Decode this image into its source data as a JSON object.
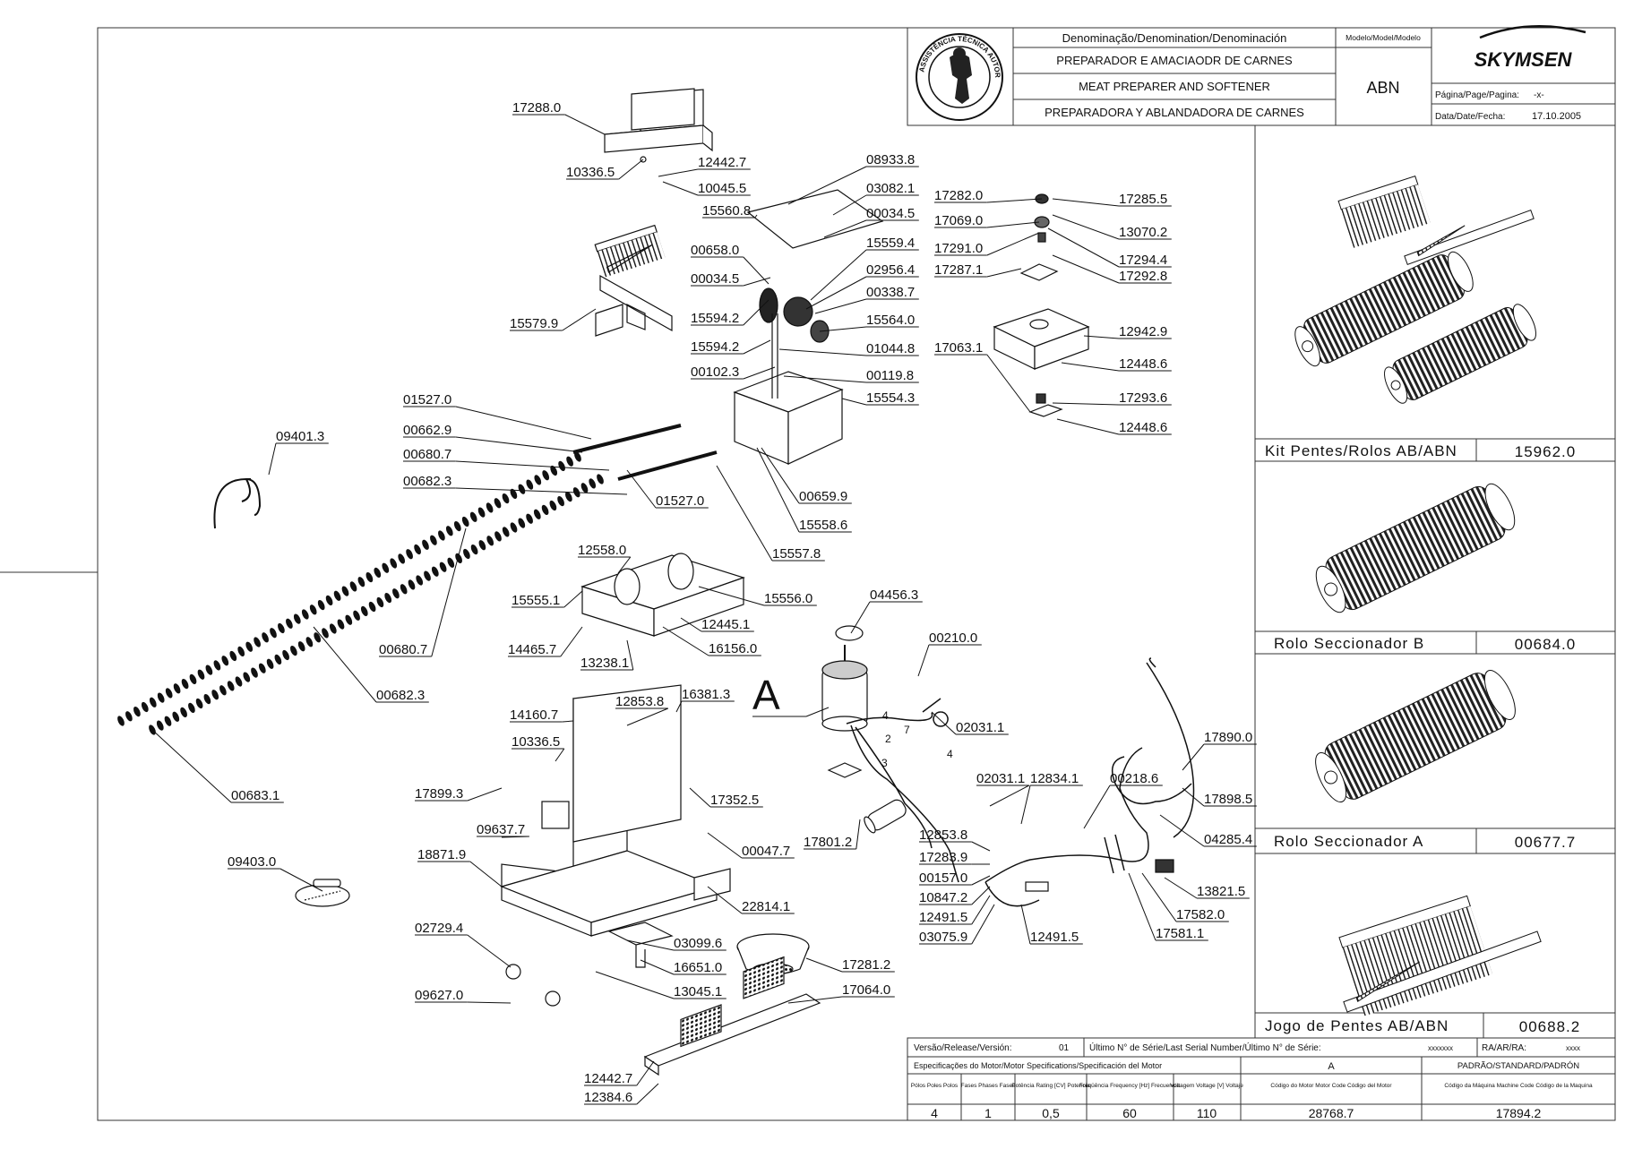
{
  "title_block": {
    "denomination_header": "Denominação/Denomination/Denominación",
    "name_pt": "PREPARADOR E AMACIAODR DE CARNES",
    "name_en": "MEAT PREPARER AND SOFTENER",
    "name_es": "PREPARADORA Y ABLANDADORA DE CARNES",
    "model_header": "Modelo/Model/Modelo",
    "model": "ABN",
    "brand": "SKYMSEN",
    "page_label": "Página/Page/Pagina:",
    "page_value": "-x-",
    "date_label": "Data/Date/Fecha:",
    "date_value": "17.10.2005",
    "seal_text": "ASSISTÊNCIA TÉCNICA AUTORIZADA"
  },
  "kits": [
    {
      "name": "Kit Pentes/Rolos AB/ABN",
      "code": "15962.0"
    },
    {
      "name": "Rolo Seccionador B",
      "code": "00684.0"
    },
    {
      "name": "Rolo Seccionador A",
      "code": "00677.7"
    },
    {
      "name": "Jogo de Pentes AB/ABN",
      "code": "00688.2"
    }
  ],
  "bottom_block": {
    "version_label": "Versão/Release/Versión:",
    "version_value": "01",
    "serial_label": "Último N° de Série/Last Serial Number/Último N° de Série:",
    "serial_value": "xxxxxxx",
    "ra_label": "RA/AR/RA:",
    "ra_value": "xxxx",
    "motor_spec_label": "Especificações do Motor/Motor Specifications/Specificación del Motor",
    "motor_variant": "A",
    "standard_label": "PADRÃO/STANDARD/PADRÓN",
    "columns": [
      {
        "header": "Pólos Poles Polos",
        "value": "4"
      },
      {
        "header": "Fases Phases Fases",
        "value": "1"
      },
      {
        "header": "Potência Rating [CV] Potencia",
        "value": "0,5"
      },
      {
        "header": "Freqüência Frequency [Hz] Frecuencia",
        "value": "60"
      },
      {
        "header": "Voltagem Voltage [V] Voltaje",
        "value": "110"
      },
      {
        "header": "Código do Motor Motor Code Código del Motor",
        "value": "28768.7"
      },
      {
        "header": "Código da Máquina Machine Code Código de la Maquina",
        "value": "17894.2"
      }
    ]
  },
  "callouts": [
    "17288.0",
    "10336.5",
    "12442.7",
    "10045.5",
    "08933.8",
    "03082.1",
    "15560.8",
    "00034.5",
    "00658.0",
    "15559.4",
    "00034.5",
    "02956.4",
    "15594.2",
    "00338.7",
    "15564.0",
    "15579.9",
    "15594.2",
    "01044.8",
    "00102.3",
    "00119.8",
    "15554.3",
    "01527.0",
    "00662.9",
    "00680.7",
    "00682.3",
    "09401.3",
    "01527.0",
    "00659.9",
    "15558.6",
    "15557.8",
    "12558.0",
    "15555.1",
    "15556.0",
    "12445.1",
    "14465.7",
    "16156.0",
    "13238.1",
    "00680.7",
    "00682.3",
    "00683.1",
    "14160.7",
    "12853.8",
    "16381.3",
    "10336.5",
    "17899.3",
    "17352.5",
    "09637.7",
    "00047.7",
    "18871.9",
    "09403.0",
    "22814.1",
    "02729.4",
    "03099.6",
    "16651.0",
    "13045.1",
    "09627.0",
    "17281.2",
    "17064.0",
    "12442.7",
    "12384.6",
    "17282.0",
    "17285.5",
    "17069.0",
    "13070.2",
    "17291.0",
    "17294.4",
    "17287.1",
    "17292.8",
    "12942.9",
    "17063.1",
    "12448.6",
    "17293.6",
    "12448.6",
    "04456.3",
    "00210.0",
    "02031.1",
    "02031.1",
    "12834.1",
    "00218.6",
    "17890.0",
    "17898.5",
    "04285.4",
    "17801.2",
    "12853.8",
    "17283.9",
    "00157.0",
    "10847.2",
    "12491.5",
    "03075.9",
    "12491.5",
    "13821.5",
    "17582.0",
    "17581.1"
  ],
  "view_marker": "A",
  "wire_numbers": [
    "4",
    "2",
    "7",
    "3",
    "4"
  ]
}
